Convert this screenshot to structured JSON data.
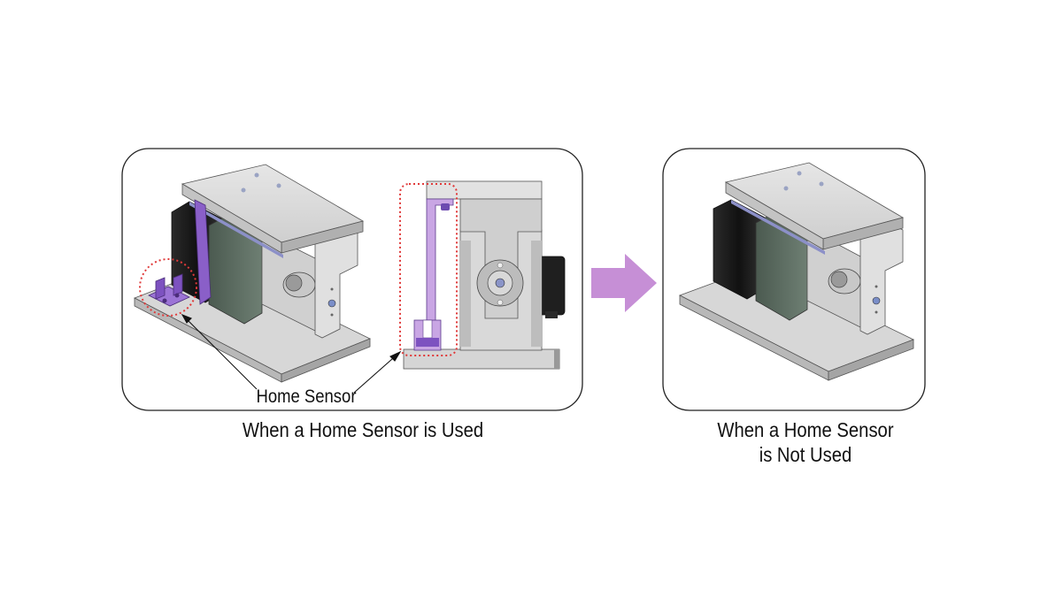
{
  "labels": {
    "home_sensor": "Home Sensor",
    "used_caption": "When a Home Sensor is Used",
    "not_used_caption_line1": "When a Home Sensor",
    "not_used_caption_line2": "is Not Used"
  },
  "colors": {
    "arrow": "#c68fd6",
    "sensor_purple": "#8a5fc8",
    "sensor_highlight": "#e06060",
    "frame_stroke": "#222222",
    "metal_light": "#dcdcdc",
    "metal_mid": "#c4c4c4",
    "metal_dark": "#a9a9a9",
    "motor_black": "#1e1e1e",
    "motor_green": "#5a6b60"
  }
}
